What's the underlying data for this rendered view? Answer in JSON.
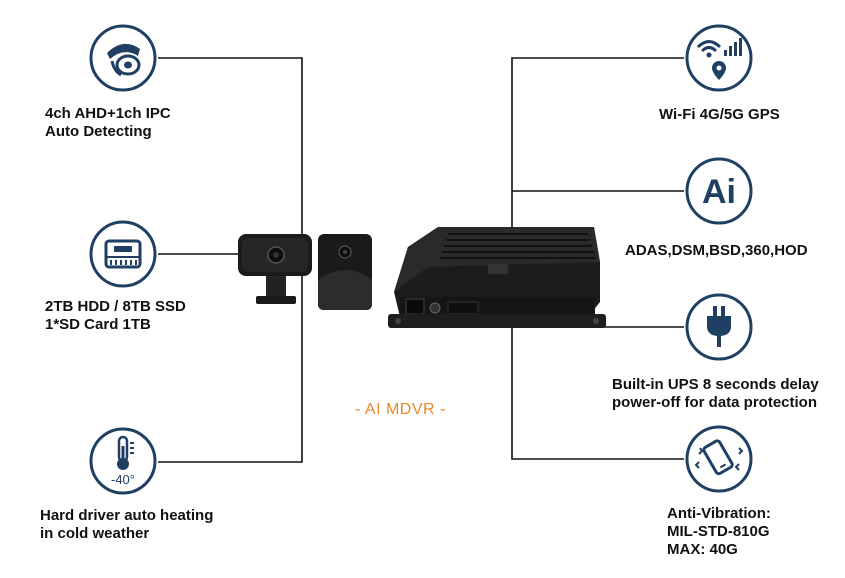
{
  "title": "- AI MDVR -",
  "features_left": [
    {
      "icon": "camera-icon",
      "lines": [
        "4ch AHD+1ch IPC",
        "Auto Detecting"
      ]
    },
    {
      "icon": "hard-drive-icon",
      "lines": [
        "2TB HDD / 8TB SSD",
        "1*SD Card 1TB"
      ]
    },
    {
      "icon": "thermometer-icon",
      "badge": "-40°",
      "lines": [
        "Hard driver auto heating",
        "in cold weather"
      ]
    }
  ],
  "features_right": [
    {
      "icon": "wifi-gps-icon",
      "lines": [
        "Wi-Fi 4G/5G GPS"
      ]
    },
    {
      "icon": "ai-icon",
      "badge": "Ai",
      "lines": [
        "ADAS,DSM,BSD,360,HOD"
      ]
    },
    {
      "icon": "power-plug-icon",
      "lines": [
        "Built-in UPS 8 seconds delay",
        "power-off for data protection"
      ]
    },
    {
      "icon": "vibration-phone-icon",
      "lines": [
        "Anti-Vibration:",
        "MIL-STD-810G",
        "MAX: 40G"
      ]
    }
  ],
  "colors": {
    "icon_blue": "#1f3f63",
    "accent_orange": "#e8892a",
    "line_black": "#111111"
  }
}
